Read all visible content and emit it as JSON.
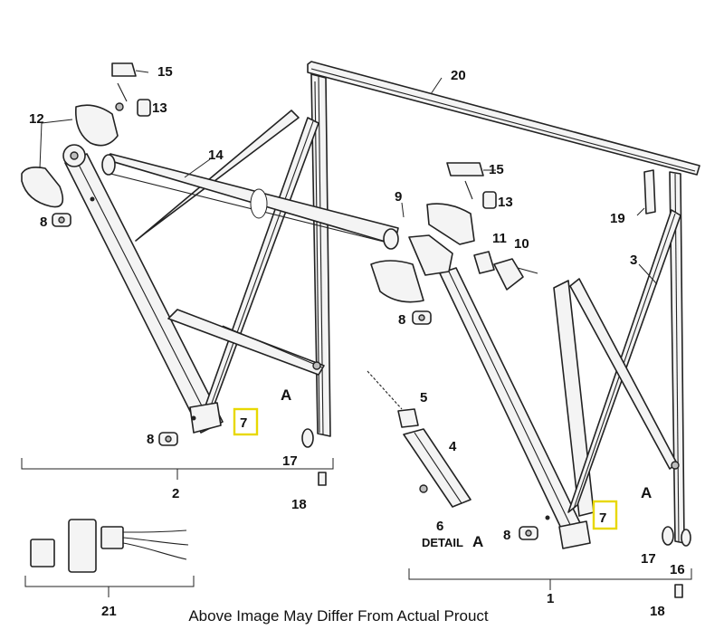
{
  "callouts": {
    "p1": "1",
    "p2": "2",
    "p3": "3",
    "p4": "4",
    "p5": "5",
    "p6": "6",
    "p7_left": "7",
    "p7_right": "7",
    "p8_a": "8",
    "p8_b": "8",
    "p8_c": "8",
    "p8_d": "8",
    "p9": "9",
    "p10": "10",
    "p11": "11",
    "p12": "12",
    "p13_a": "13",
    "p13_b": "13",
    "p14": "14",
    "p15_a": "15",
    "p15_b": "15",
    "p16": "16",
    "p17_a": "17",
    "p17_b": "17",
    "p18_a": "18",
    "p18_b": "18",
    "p19": "19",
    "p20": "20",
    "p21": "21",
    "a_left": "A",
    "a_right": "A"
  },
  "detail_label": "DETAIL",
  "detail_letter": "A",
  "caption": "Above Image May Differ From Actual Prouct",
  "colors": {
    "highlight_box": "#e8d800",
    "line": "#222222"
  }
}
